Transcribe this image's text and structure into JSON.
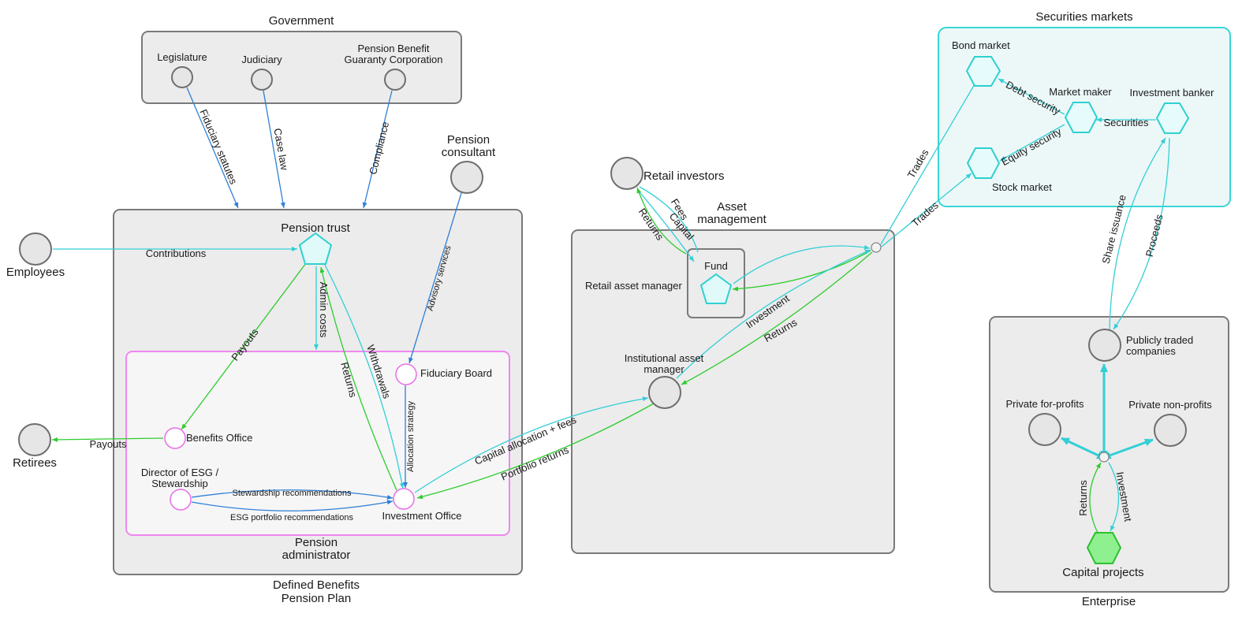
{
  "clusters": {
    "government": "Government",
    "defined_benefits": [
      "Defined Benefits",
      "Pension Plan"
    ],
    "pension_administrator": [
      "Pension",
      "administrator"
    ],
    "asset_management": [
      "Asset",
      "management"
    ],
    "securities_markets": "Securities markets",
    "enterprise": "Enterprise"
  },
  "nodes": {
    "legislature": "Legislature",
    "judiciary": "Judiciary",
    "pbgc": [
      "Pension Benefit",
      "Guaranty Corporation"
    ],
    "pension_consultant": [
      "Pension",
      "consultant"
    ],
    "employees": "Employees",
    "retirees": "Retirees",
    "pension_trust": "Pension trust",
    "fiduciary_board": "Fiduciary Board",
    "benefits_office": "Benefits Office",
    "director_esg": [
      "Director of ESG /",
      "Stewardship"
    ],
    "investment_office": "Investment Office",
    "retail_investors": "Retail investors",
    "retail_asset_manager": "Retail asset manager",
    "fund": "Fund",
    "institutional_asset_manager": [
      "Institutional asset",
      "manager"
    ],
    "bond_market": "Bond market",
    "market_maker": "Market maker",
    "investment_banker": "Investment banker",
    "stock_market": "Stock market",
    "publicly_traded": [
      "Publicly traded",
      "companies"
    ],
    "private_for_profits": "Private for-profits",
    "private_non_profits": "Private non-profits",
    "capital_projects": "Capital projects"
  },
  "edges": {
    "fiduciary_statutes": "Fiduciary statutes",
    "case_law": "Case law",
    "compliance": "Compliance",
    "advisory_services": "Advisory services",
    "contributions": "Contributions",
    "payouts_trust": "Payouts",
    "admin_costs": "Admin costs",
    "returns_trust": "Returns",
    "withdrawals": "Withdrawals",
    "allocation_strategy": "Allocation strategy",
    "payouts_retirees": "Payouts",
    "stewardship_recs": "Stewardship recommendations",
    "esg_recs": "ESG portfolio recommendations",
    "capital_allocation": "Capital allocation + fees",
    "portfolio_returns": "Portfolio returns",
    "fees": "Fees",
    "capital": "Capital",
    "returns_retail": "Returns",
    "investment_am": "Investment",
    "returns_am": "Returns",
    "trades_bond": "Trades",
    "trades_stock": "Trades",
    "debt_security": "Debt security",
    "equity_security": "Equity security",
    "securities": "Securities",
    "share_issuance": "Share issuance",
    "proceeds": "Proceeds",
    "returns_cp": "Returns",
    "investment_cp": "Investment"
  },
  "colors": {
    "blue_edge": "#2e7fd6",
    "cyan_edge": "#32cfd6",
    "green_edge": "#2ecc2e",
    "admin_border": "#ee88ee",
    "securities_border": "#38d6d6"
  }
}
